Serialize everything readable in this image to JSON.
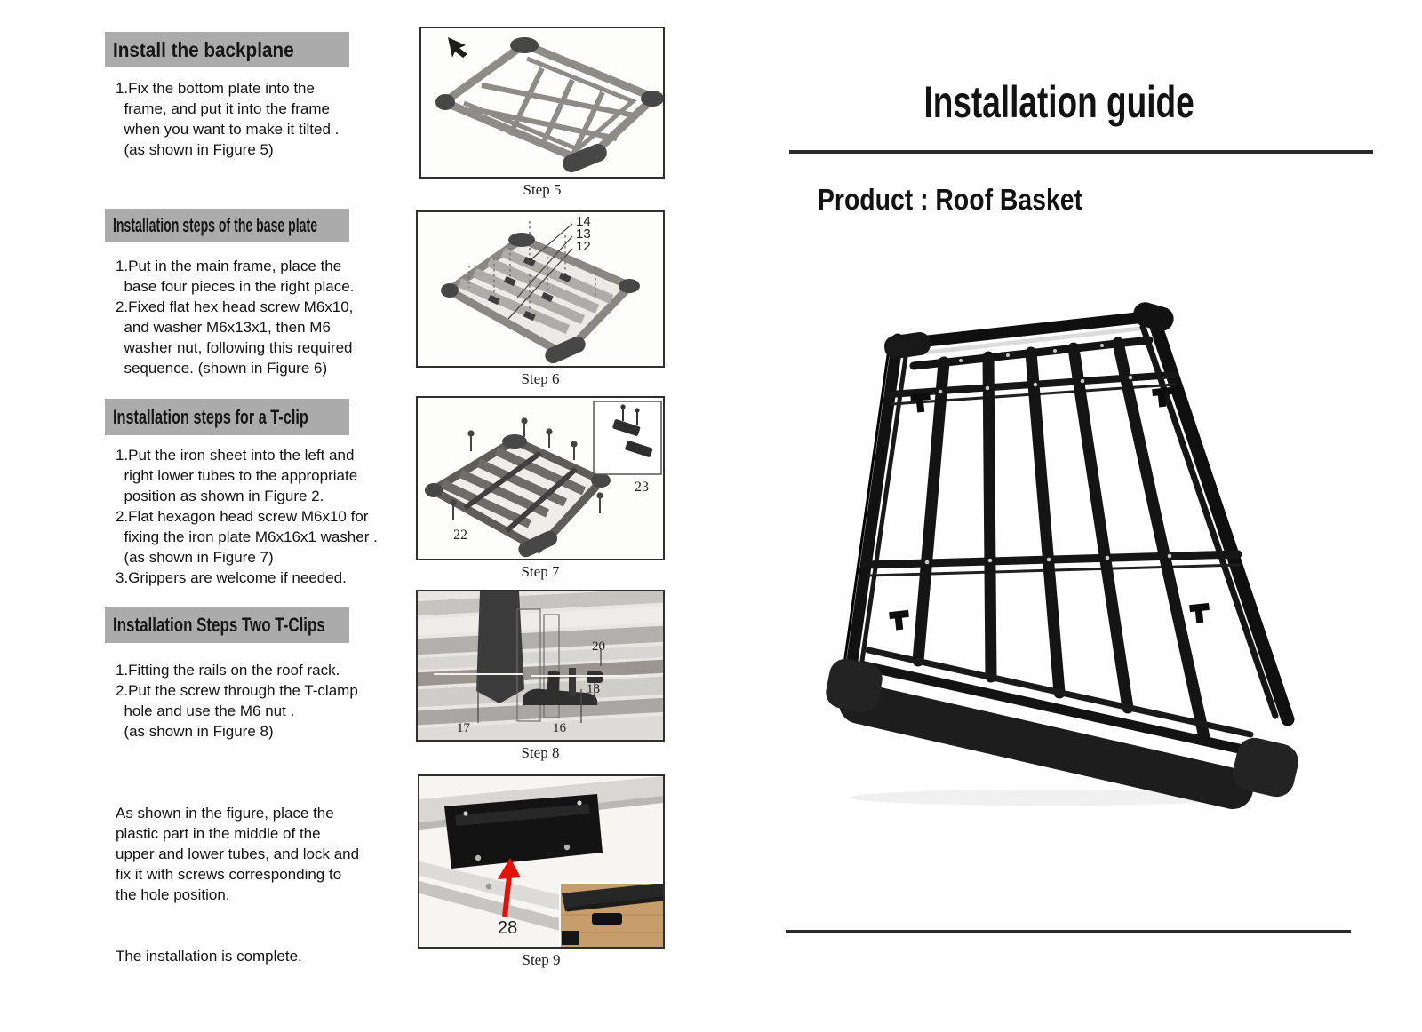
{
  "colors": {
    "header_bar_bg": "#ababab",
    "ink": "#131313",
    "rule": "#2b2b2b",
    "arrow_red": "#e11207"
  },
  "left": {
    "sections": [
      {
        "heading": "Install the backplane",
        "body": "1.Fix the bottom plate into the\n  frame, and put it into the frame\n  when you want to make it tilted .\n  (as shown in Figure 5)"
      },
      {
        "heading": "Installation steps of the base plate",
        "body": "1.Put in the main frame, place the\n  base four pieces in the right place.\n2.Fixed flat hex head screw M6x10,\n  and washer M6x13x1, then M6\n  washer nut, following this required\n  sequence. (shown in Figure 6)"
      },
      {
        "heading": "Installation steps for a T-clip",
        "body": "1.Put the iron sheet into the left and\n  right lower tubes to the appropriate\n  position as shown in Figure 2.\n2.Flat hexagon head screw M6x10 for\n  fixing the iron plate M6x16x1 washer .\n  (as shown in Figure 7)\n3.Grippers are welcome if needed."
      },
      {
        "heading": "Installation Steps Two T-Clips",
        "body": "1.Fitting the rails on the roof rack.\n2.Put the screw through the T-clamp\n  hole and use the M6 nut .\n  (as shown in Figure 8)"
      }
    ],
    "closing_note": "As shown in the figure, place the\nplastic part in the middle of the\nupper and lower tubes, and lock and\nfix it with screws corresponding to\nthe hole position.",
    "completion_note": "The installation is complete."
  },
  "figures": {
    "step5": {
      "caption": "Step 5"
    },
    "step6": {
      "caption": "Step 6",
      "labels": {
        "n14": "14",
        "n13": "13",
        "n12": "12"
      }
    },
    "step7": {
      "caption": "Step 7",
      "labels": {
        "n22": "22",
        "n23": "23"
      }
    },
    "step8": {
      "caption": "Step 8",
      "labels": {
        "n20": "20",
        "n18": "18",
        "n17": "17",
        "n16": "16"
      }
    },
    "step9": {
      "caption": "Step 9",
      "labels": {
        "n28": "28"
      }
    }
  },
  "right": {
    "title": "Installation guide",
    "product_label": "Product : Roof Basket"
  }
}
